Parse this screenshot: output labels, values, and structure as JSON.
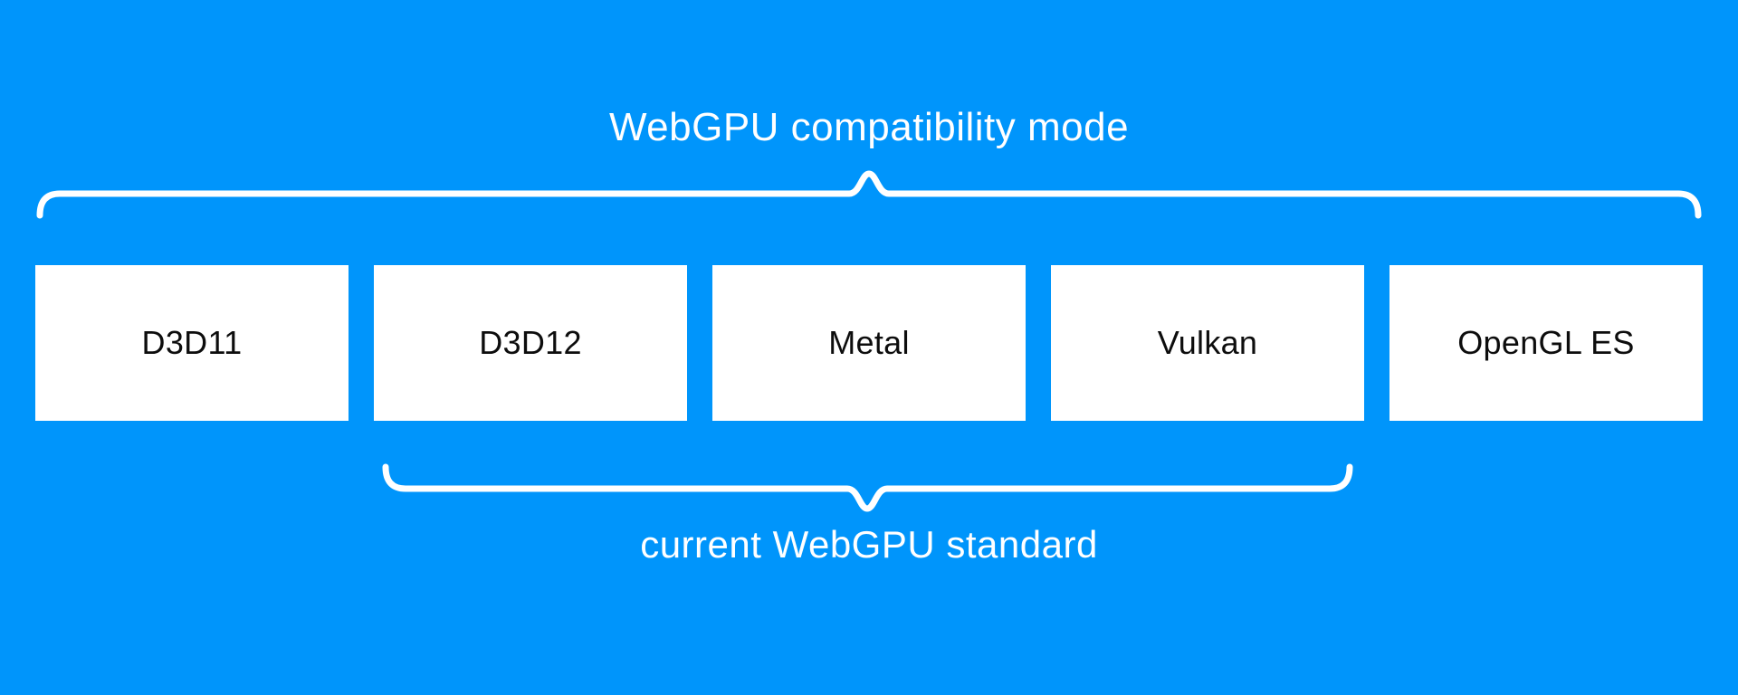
{
  "diagram": {
    "title": "WebGPU compatibility mode",
    "bottom_caption": "current WebGPU standard",
    "backends": [
      "D3D11",
      "D3D12",
      "Metal",
      "Vulkan",
      "OpenGL ES"
    ],
    "colors": {
      "background": "#0095fb",
      "box_fill": "#ffffff",
      "box_text": "#0d0d0d",
      "brace": "#ffffff",
      "caption_text": "#ffffff"
    },
    "groups": {
      "top_brace_spans": "D3D11, D3D12, Metal, Vulkan, OpenGL ES",
      "bottom_brace_spans": "D3D12, Metal, Vulkan"
    }
  }
}
